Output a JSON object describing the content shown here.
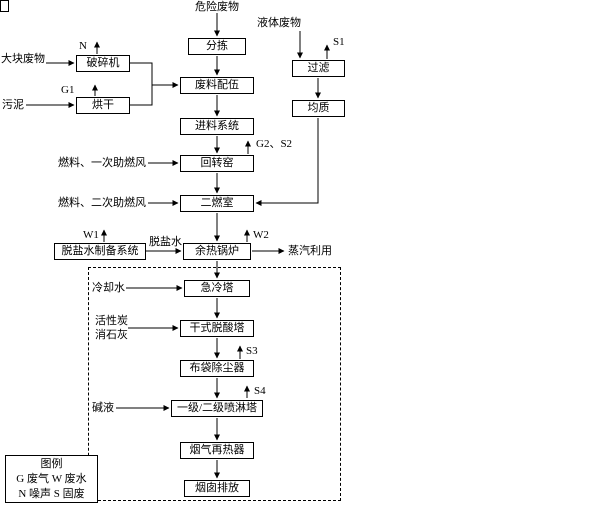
{
  "nodes": {
    "sorting": "分拣",
    "blending": "废料配伍",
    "feed_system": "进料系统",
    "rotary_kiln": "回转窑",
    "secondary_chamber": "二燃室",
    "waste_heat_boiler": "余热锅炉",
    "quench_tower": "急冷塔",
    "dry_deacid_tower": "干式脱酸塔",
    "bag_filter": "布袋除尘器",
    "spray_tower": "一级/二级喷淋塔",
    "flue_gas_reheater": "烟气再热器",
    "stack_emission": "烟囱排放",
    "crusher": "破碎机",
    "dryer": "烘干",
    "desalted_water_system": "脱盐水制备系统",
    "filter": "过滤",
    "homogenizer": "均质"
  },
  "inputs": {
    "hazardous_waste": "危险废物",
    "liquid_waste": "液体废物",
    "bulky_waste": "大块废物",
    "sludge": "污泥",
    "fuel_primary_air": "燃料、一次助燃风",
    "fuel_secondary_air": "燃料、二次助燃风",
    "desalted_water": "脱盐水",
    "cooling_water": "冷却水",
    "activated_carbon": "活性炭",
    "slaked_lime": "消石灰",
    "alkali_liquor": "碱液"
  },
  "emissions": {
    "noise": "N",
    "g1": "G1",
    "s1": "S1",
    "g2_s2": "G2、S2",
    "w1": "W1",
    "w2": "W2",
    "s3": "S3",
    "s4": "S4"
  },
  "outputs": {
    "steam_use": "蒸汽利用"
  },
  "legend": {
    "title": "图例",
    "line1": "G 废气 W 废水",
    "line2": "N 噪声 S 固废"
  }
}
